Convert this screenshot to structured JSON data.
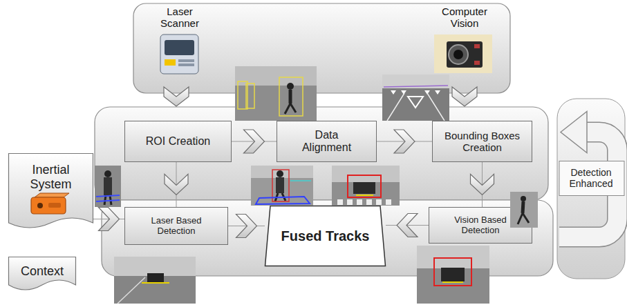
{
  "diagram": {
    "nodes": [
      {
        "text": [
          "ROI Creation"
        ]
      },
      {
        "text": [
          "Data Alignment"
        ]
      },
      {
        "text": [
          "Bounding Boxes Creation"
        ]
      },
      {
        "text": [
          "Inertial System"
        ]
      },
      {
        "text": [
          "Detection Enhanced"
        ]
      },
      {
        "text": [
          "Laser Based Detection"
        ]
      },
      {
        "text": [
          "Fused Tracks"
        ]
      },
      {
        "text": [
          "Vision Based Detection"
        ]
      },
      {
        "text": [
          "Context"
        ]
      }
    ],
    "edges": [
      {
        "from": 0,
        "to": 1,
        "arrow": "to"
      },
      {
        "from": 1,
        "to": 2,
        "arrow": "to"
      },
      {
        "from": 0,
        "to": 5,
        "arrow": "to"
      },
      {
        "from": 2,
        "to": 7,
        "arrow": "to"
      },
      {
        "from": 3,
        "to": 5,
        "arrow": "to"
      },
      {
        "from": 5,
        "to": 6,
        "arrow": "to"
      },
      {
        "from": 7,
        "to": 6,
        "arrow": "to"
      }
    ],
    "labels": [
      "Laser Scanner",
      "Computer Vision"
    ]
  }
}
